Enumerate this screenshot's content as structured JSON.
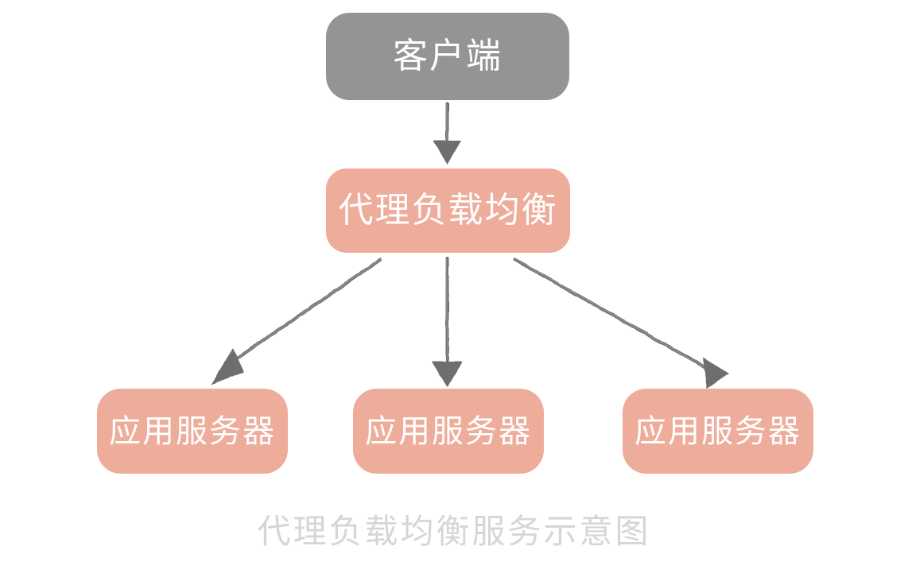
{
  "diagram": {
    "title_caption": "代理负载均衡服务示意图",
    "colors": {
      "background": "#ffffff",
      "client_box": "#949494",
      "proxy_box": "#eeac9a",
      "app_box": "#eeac9a",
      "node_text": "#ffffff",
      "arrow": "#6e6e6e",
      "caption_text": "#d6d6d6"
    },
    "nodes": [
      {
        "id": "client",
        "label": "客户端",
        "role": "client",
        "color": "#949494"
      },
      {
        "id": "proxy",
        "label": "代理负载均衡",
        "role": "load-balancer",
        "color": "#eeac9a"
      },
      {
        "id": "app1",
        "label": "应用服务器",
        "role": "app-server",
        "color": "#eeac9a"
      },
      {
        "id": "app2",
        "label": "应用服务器",
        "role": "app-server",
        "color": "#eeac9a"
      },
      {
        "id": "app3",
        "label": "应用服务器",
        "role": "app-server",
        "color": "#eeac9a"
      }
    ],
    "edges": [
      {
        "from": "client",
        "to": "proxy",
        "style": "hand-drawn-arrow"
      },
      {
        "from": "proxy",
        "to": "app1",
        "style": "hand-drawn-arrow"
      },
      {
        "from": "proxy",
        "to": "app2",
        "style": "hand-drawn-arrow"
      },
      {
        "from": "proxy",
        "to": "app3",
        "style": "hand-drawn-arrow"
      }
    ]
  }
}
